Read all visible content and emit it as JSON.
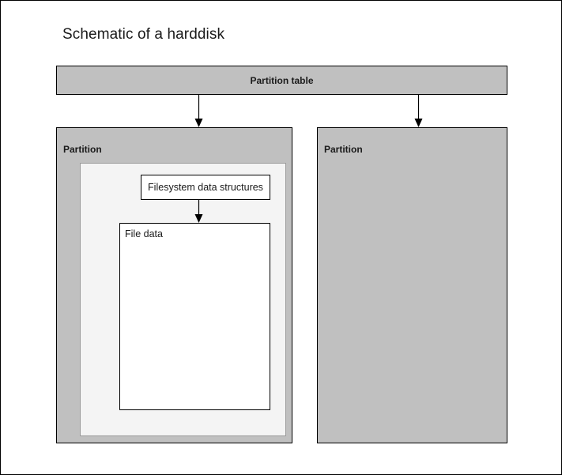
{
  "page": {
    "title": "Schematic of a harddisk",
    "background_color": "#ffffff",
    "border_color": "#000000"
  },
  "colors": {
    "partition_fill": "#c0c0c0",
    "filesystem_fill": "#f4f4f4",
    "box_fill": "#ffffff",
    "stroke": "#000000",
    "text": "#1a1a1a"
  },
  "diagram": {
    "partition_table": {
      "label": "Partition table"
    },
    "partitions": [
      {
        "label": "Partition",
        "filesystem": {
          "structures_label": "Filesystem data structures",
          "file_data_label": "File data"
        }
      },
      {
        "label": "Partition"
      }
    ],
    "arrows": [
      {
        "name": "partition-table-to-partition-1"
      },
      {
        "name": "partition-table-to-partition-2"
      },
      {
        "name": "filesystem-structures-to-file-data"
      }
    ]
  }
}
